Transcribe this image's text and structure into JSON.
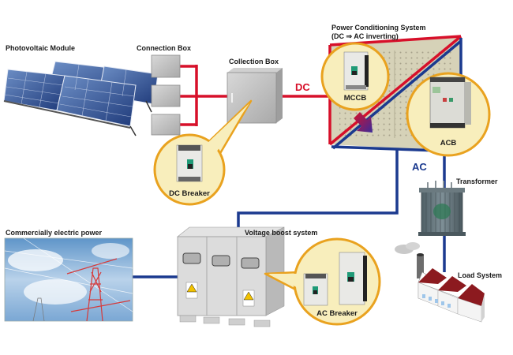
{
  "diagram": {
    "title": "Photovoltaic power generation system with circuit breakers",
    "colors": {
      "dc_line": "#d7102a",
      "ac_line": "#1b3a8f",
      "callout_fill": "#f8eebc",
      "callout_border": "#e9a21f",
      "panel_fill": "#d6d2b8",
      "roof": "#8c1a1f"
    },
    "labels": {
      "pv_module": "Photovoltaic Module",
      "connection_box": "Connection Box",
      "collection_box": "Collection Box",
      "pcs_line1": "Power Conditioning System",
      "pcs_line2": "(DC ⇒ AC inverting)",
      "transformer": "Transformer",
      "load_system": "Load System",
      "commercial_power": "Commercially electric power",
      "voltage_boost": "Voltage boost system"
    },
    "flow_labels": {
      "dc": "DC",
      "ac": "AC"
    },
    "callouts": {
      "dc_breaker": "DC Breaker",
      "mccb": "MCCB",
      "acb": "ACB",
      "ac_breaker": "AC Breaker"
    },
    "nodes": [
      {
        "id": "pv",
        "label": "Photovoltaic Module",
        "icon": "solar-panel-icon"
      },
      {
        "id": "conn",
        "label": "Connection Box",
        "icon": "junction-box-icon"
      },
      {
        "id": "coll",
        "label": "Collection Box",
        "icon": "cabinet-icon"
      },
      {
        "id": "pcs",
        "label": "Power Conditioning System",
        "icon": "inverter-icon"
      },
      {
        "id": "trans",
        "label": "Transformer",
        "icon": "transformer-icon"
      },
      {
        "id": "load",
        "label": "Load System",
        "icon": "factory-icon"
      },
      {
        "id": "boost",
        "label": "Voltage boost system",
        "icon": "switchgear-icon"
      },
      {
        "id": "grid",
        "label": "Commercially electric power",
        "icon": "power-tower-icon"
      }
    ],
    "edges": [
      {
        "from": "pv",
        "to": "conn",
        "type": "DC"
      },
      {
        "from": "conn",
        "to": "coll",
        "type": "DC"
      },
      {
        "from": "coll",
        "to": "pcs",
        "type": "DC"
      },
      {
        "from": "pcs",
        "to": "trans",
        "type": "AC"
      },
      {
        "from": "trans",
        "to": "load",
        "type": "AC"
      },
      {
        "from": "pcs",
        "to": "boost",
        "type": "AC"
      },
      {
        "from": "boost",
        "to": "grid",
        "type": "AC"
      }
    ]
  }
}
